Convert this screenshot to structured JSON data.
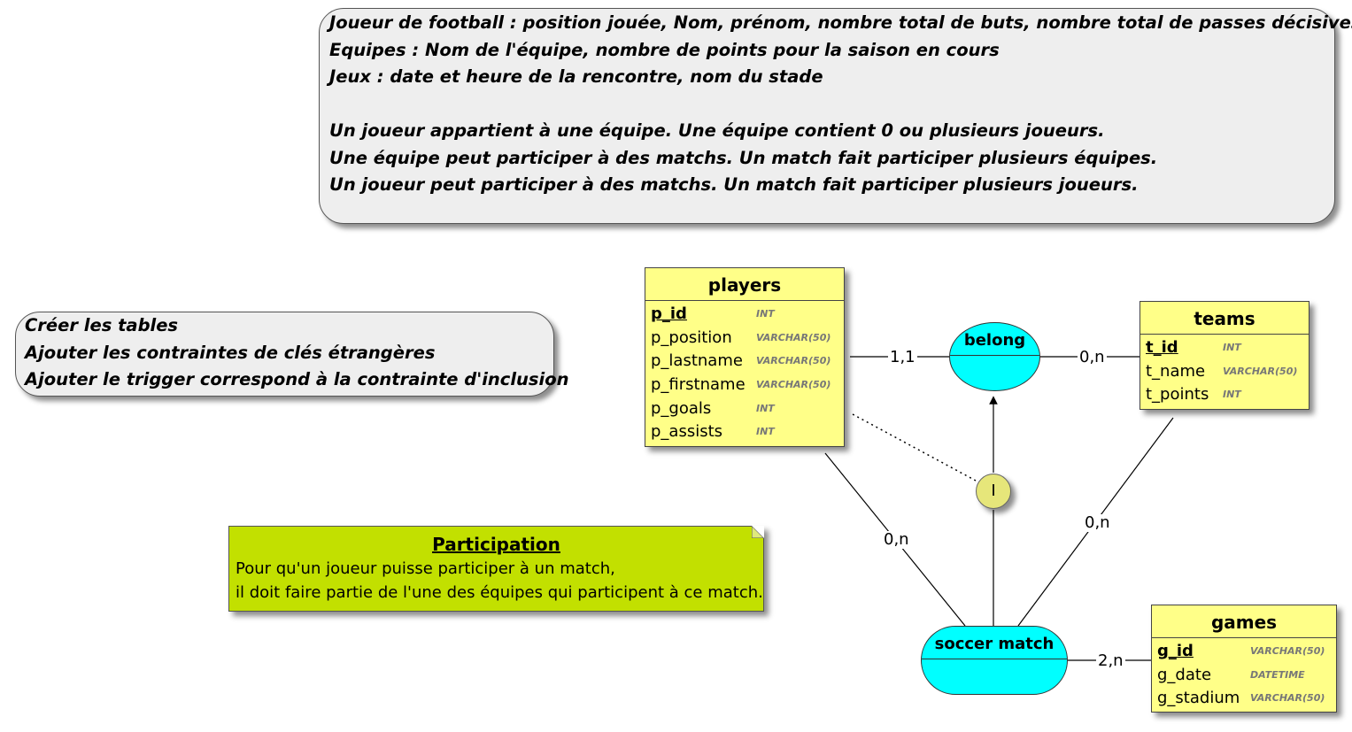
{
  "top_note": {
    "lines": [
      "Joueur de football : position jouée, Nom, prénom, nombre total de buts, nombre total de passes décisives",
      "Equipes : Nom de l'équipe, nombre de points pour la saison en cours",
      "Jeux : date et heure de la rencontre, nom du stade",
      "",
      "Un joueur appartient à une équipe. Une équipe contient 0 ou plusieurs joueurs.",
      "Une équipe peut participer à des matchs. Un match fait participer plusieurs équipes.",
      "Un joueur peut participer à des matchs. Un match fait participer plusieurs joueurs."
    ]
  },
  "tasks_note": {
    "lines": [
      "Créer les tables",
      "Ajouter les contraintes de clés étrangères",
      "Ajouter le trigger correspond à la contrainte d'inclusion"
    ]
  },
  "players": {
    "title": "players",
    "attributes": [
      {
        "name": "p_id",
        "type": "INT",
        "pk": true
      },
      {
        "name": "p_position",
        "type": "VARCHAR(50)",
        "pk": false
      },
      {
        "name": "p_lastname",
        "type": "VARCHAR(50)",
        "pk": false
      },
      {
        "name": "p_firstname",
        "type": "VARCHAR(50)",
        "pk": false
      },
      {
        "name": "p_goals",
        "type": "INT",
        "pk": false
      },
      {
        "name": "p_assists",
        "type": "INT",
        "pk": false
      }
    ]
  },
  "teams": {
    "title": "teams",
    "attributes": [
      {
        "name": "t_id",
        "type": "INT",
        "pk": true
      },
      {
        "name": "t_name",
        "type": "VARCHAR(50)",
        "pk": false
      },
      {
        "name": "t_points",
        "type": "INT",
        "pk": false
      }
    ]
  },
  "games": {
    "title": "games",
    "attributes": [
      {
        "name": "g_id",
        "type": "VARCHAR(50)",
        "pk": true
      },
      {
        "name": "g_date",
        "type": "DATETIME",
        "pk": false
      },
      {
        "name": "g_stadium",
        "type": "VARCHAR(50)",
        "pk": false
      }
    ]
  },
  "belong": {
    "title": "belong"
  },
  "soccer_match": {
    "title": "soccer match"
  },
  "cardinalities": {
    "players_belong": "1,1",
    "belong_teams": "0,n",
    "players_match": "0,n",
    "teams_match": "0,n",
    "match_games": "2,n"
  },
  "inclusion": {
    "label": "I"
  },
  "memo": {
    "title": "Participation",
    "lines": [
      "Pour qu'un joueur puisse participer à un match,",
      "il doit faire partie de l'une des équipes qui participent à ce match."
    ]
  },
  "colors": {
    "entity": "#ffff88",
    "association": "#00ffff",
    "memo": "#c2e000",
    "note": "#eeeeee",
    "constraint": "#e6e67a"
  }
}
